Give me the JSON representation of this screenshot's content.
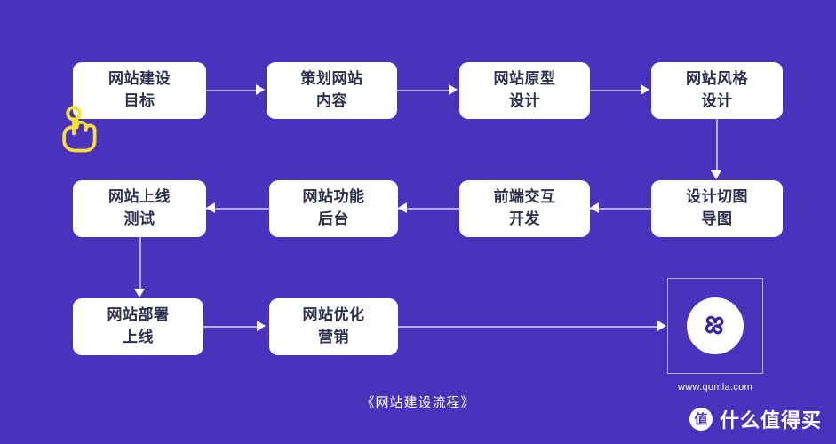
{
  "canvas": {
    "background_color": "#4a32bc",
    "node_fill": "#ffffff",
    "node_text_color": "#2c3050",
    "connector_color": "#b9abe6",
    "arrow_color": "#ffffff",
    "cursor_color": "#f5e233"
  },
  "diagram": {
    "caption": "《网站建设流程》",
    "nodes": [
      {
        "id": "n1",
        "label": "网站建设\n目标"
      },
      {
        "id": "n2",
        "label": "策划网站\n内容"
      },
      {
        "id": "n3",
        "label": "网站原型\n设计"
      },
      {
        "id": "n4",
        "label": "网站风格\n设计"
      },
      {
        "id": "n5",
        "label": "设计切图\n导图"
      },
      {
        "id": "n6",
        "label": "前端交互\n开发"
      },
      {
        "id": "n7",
        "label": "网站功能\n后台"
      },
      {
        "id": "n8",
        "label": "网站上线\n测试"
      },
      {
        "id": "n9",
        "label": "网站部署\n上线"
      },
      {
        "id": "n10",
        "label": "网站优化\n营销"
      }
    ]
  },
  "logo": {
    "url_text": "www.qomla.com",
    "mark_name": "qomla-clover-logo"
  },
  "watermark": {
    "badge_char": "值",
    "text": "什么值得买"
  },
  "cursor": {
    "name": "tap-hand-cursor"
  }
}
